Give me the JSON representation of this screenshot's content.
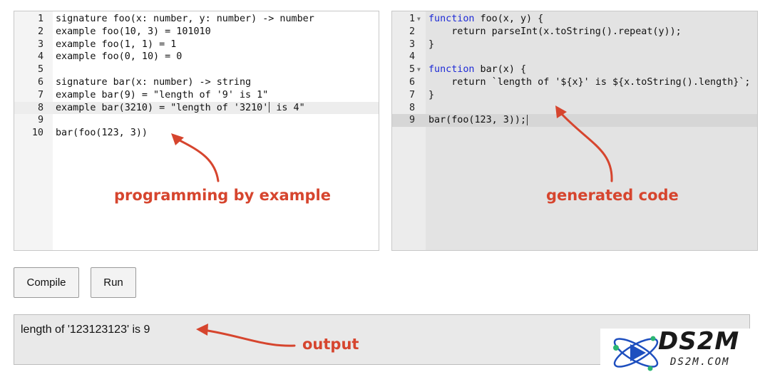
{
  "left_editor": {
    "lines": [
      {
        "num": "1",
        "code": "signature foo(x: number, y: number) -> number"
      },
      {
        "num": "2",
        "code": "example foo(10, 3) = 101010"
      },
      {
        "num": "3",
        "code": "example foo(1, 1) = 1"
      },
      {
        "num": "4",
        "code": "example foo(0, 10) = 0"
      },
      {
        "num": "5",
        "code": ""
      },
      {
        "num": "6",
        "code": "signature bar(x: number) -> string"
      },
      {
        "num": "7",
        "code": "example bar(9) = \"length of '9' is 1\""
      },
      {
        "num": "8",
        "code_before_cursor": "example bar(3210) = \"length of '3210'",
        "code_after_cursor": " is 4\""
      },
      {
        "num": "9",
        "code": ""
      },
      {
        "num": "10",
        "code": "bar(foo(123, 3))"
      }
    ],
    "active_line": "8"
  },
  "right_editor": {
    "lines": [
      {
        "num": "1",
        "kw": "function",
        "code": " foo(x, y) {"
      },
      {
        "num": "2",
        "kw": "",
        "code": "    return parseInt(x.toString().repeat(y));"
      },
      {
        "num": "3",
        "kw": "",
        "code": "}"
      },
      {
        "num": "4",
        "kw": "",
        "code": ""
      },
      {
        "num": "5",
        "kw": "function",
        "code": " bar(x) {"
      },
      {
        "num": "6",
        "kw": "",
        "code": "    return `length of '${x}' is ${x.toString().length}`;"
      },
      {
        "num": "7",
        "kw": "",
        "code": "}"
      },
      {
        "num": "8",
        "kw": "",
        "code": ""
      },
      {
        "num": "9",
        "kw": "",
        "code": "bar(foo(123, 3));"
      }
    ],
    "active_line": "9",
    "fold_markers": [
      "1",
      "5"
    ],
    "keyword_color": "#1e2bd6"
  },
  "buttons": {
    "compile": "Compile",
    "run": "Run"
  },
  "output": {
    "text": "length of '123123123' is 9"
  },
  "annotations": {
    "left": "programming by example",
    "right": "generated code",
    "output": "output",
    "color": "#d6452e"
  },
  "watermark": {
    "brand": "DS2M",
    "url": "DS2M.COM"
  }
}
